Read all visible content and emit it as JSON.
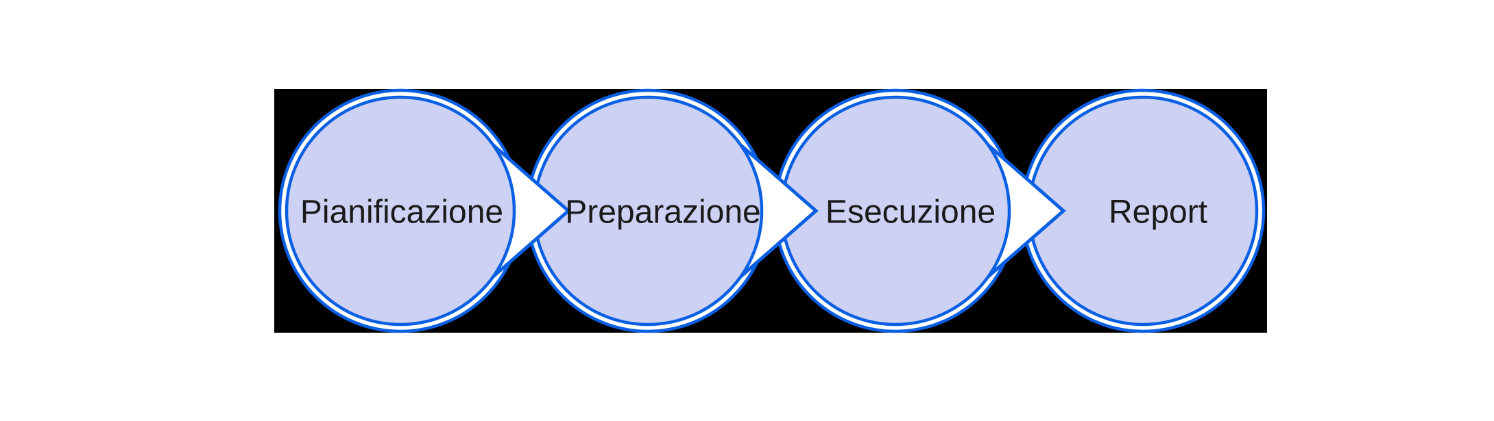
{
  "diagram": {
    "kind": "process-flow",
    "steps": [
      {
        "label": "Pianificazione"
      },
      {
        "label": "Preparazione"
      },
      {
        "label": "Esecuzione"
      },
      {
        "label": "Report"
      }
    ],
    "colors": {
      "background": "#ffffff",
      "panel": "#000000",
      "stroke_blue": "#0b5fe3",
      "circle_fill": "#cdd2f4",
      "ring_fill": "#ffffff",
      "arrow_fill": "#ffffff",
      "label_text": "#1a1a1a"
    }
  }
}
